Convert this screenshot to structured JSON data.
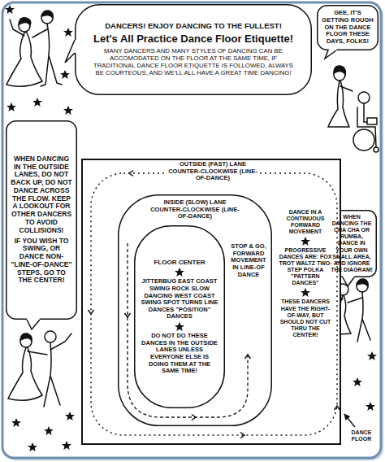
{
  "diagram": {
    "nodes": [
      {
        "text": [
          "DANCERS! ENJOY DANCING TO THE FULLEST!",
          "Let's All Practice Dance Floor Etiquette!",
          "MANY DANCERS AND MANY STYLES OF DANCING CAN BE ACCOMODATED ON THE FLOOR AT THE SAME TIME, IF TRADITIONAL DANCE FLOOR ETIQUETTE IS FOLLOWED, ALWAYS BE COURTEOUS, AND WE'LL ALL HAVE A GREAT TIME DANCING!"
        ]
      },
      {
        "text": [
          "GEE, IT'S GETTING ROUGH ON THE DANCE FLOOR THESE DAYS, FOLKS!"
        ]
      },
      {
        "text": [
          "WHEN DANCING IN THE OUTSIDE LANES, DO NOT BACK UP, DO NOT DANCE ACROSS THE FLOW. KEEP A LOOKOUT FOR OTHER DANCERS TO AVOID COLLISIONS!",
          "IF YOU WISH TO SWING, OR DANCE NON-\"LINE-OF-DANCE\" STEPS, GO TO THE CENTER!"
        ]
      },
      {
        "text": [
          "WHEN DANCING THE CHA CHA OR RUMBA, DANCE IN YOUR OWN SMALL AREA, AND IGNORE THE DIAGRAM!"
        ]
      },
      {
        "text": [
          "OUTSIDE (FAST) LANE COUNTER-CLOCKWISE (LINE-OF-DANCE)",
          "DANCE IN A CONTINUOUS FORWARD MOVEMENT",
          "PROGRESSIVE DANCES ARE: FOX TROT WALTZ TWO-STEP POLKA \"PATTERN DANCES\"",
          "THESE DANCERS HAVE THE RIGHT-OF-WAY, BUT SHOULD NOT CUT THRU THE CENTER!"
        ]
      },
      {
        "text": [
          "INSIDE (SLOW) LANE COUNTER-CLOCKWISE (LINE-OF-DANCE)",
          "STOP & GO, FORWARD MOVEMENT IN LINE-OF DANCE"
        ],
        "in": 4
      },
      {
        "text": [
          "FLOOR CENTER",
          "JITTERBUG EAST COAST SWING ROCK SLOW DANCING WEST COAST SWING SPOT TURNS LINE DANCES \"POSITION\" DANCES",
          "DO NOT DO THESE DANCES IN THE OUTSIDE LANES UNLESS EVERYONE ELSE IS DOING THEM AT THE SAME TIME!"
        ],
        "in": 5
      }
    ],
    "labels": [
      "DANCE FLOOR"
    ]
  }
}
